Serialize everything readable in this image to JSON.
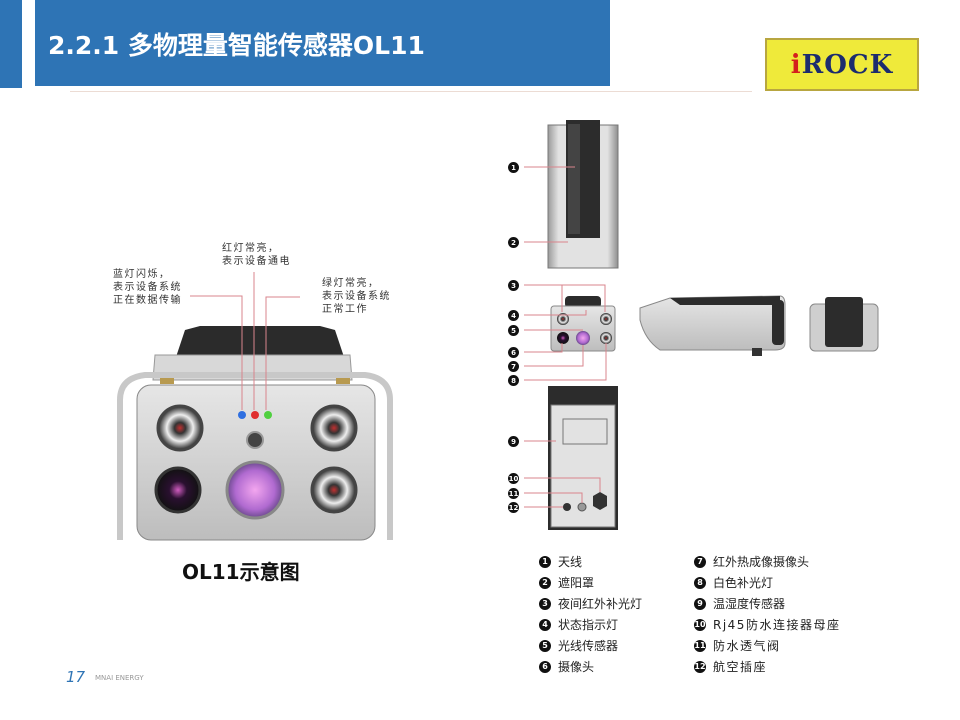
{
  "header": {
    "title": "2.2.1 多物理量智能传感器OL11"
  },
  "logo": {
    "i": "i",
    "rest": "ROCK"
  },
  "annotations": {
    "red": "红灯常亮，\n表示设备通电",
    "blue": "蓝灯闪烁，\n表示设备系统\n正在数据传输",
    "green": "绿灯常亮，\n表示设备系统\n正常工作"
  },
  "caption": "OL11示意图",
  "markers": [
    "1",
    "2",
    "3",
    "4",
    "5",
    "6",
    "7",
    "8",
    "9",
    "10",
    "11",
    "12"
  ],
  "legend": [
    {
      "num": "1",
      "label": "天线"
    },
    {
      "num": "2",
      "label": "遮阳罩"
    },
    {
      "num": "3",
      "label": "夜间红外补光灯"
    },
    {
      "num": "4",
      "label": "状态指示灯"
    },
    {
      "num": "5",
      "label": "光线传感器"
    },
    {
      "num": "6",
      "label": "摄像头"
    },
    {
      "num": "7",
      "label": "红外热成像摄像头"
    },
    {
      "num": "8",
      "label": "白色补光灯"
    },
    {
      "num": "9",
      "label": "温湿度传感器"
    },
    {
      "num": "10",
      "label": "Rj45防水连接器母座"
    },
    {
      "num": "11",
      "label": "防水透气阀"
    },
    {
      "num": "12",
      "label": "航空插座"
    }
  ],
  "footer": {
    "page": "17",
    "brand": "MNAI ENERGY"
  },
  "colors": {
    "accent": "#2E74B5",
    "logo_bg": "#EFEA3A",
    "leader": "#d9848c"
  }
}
